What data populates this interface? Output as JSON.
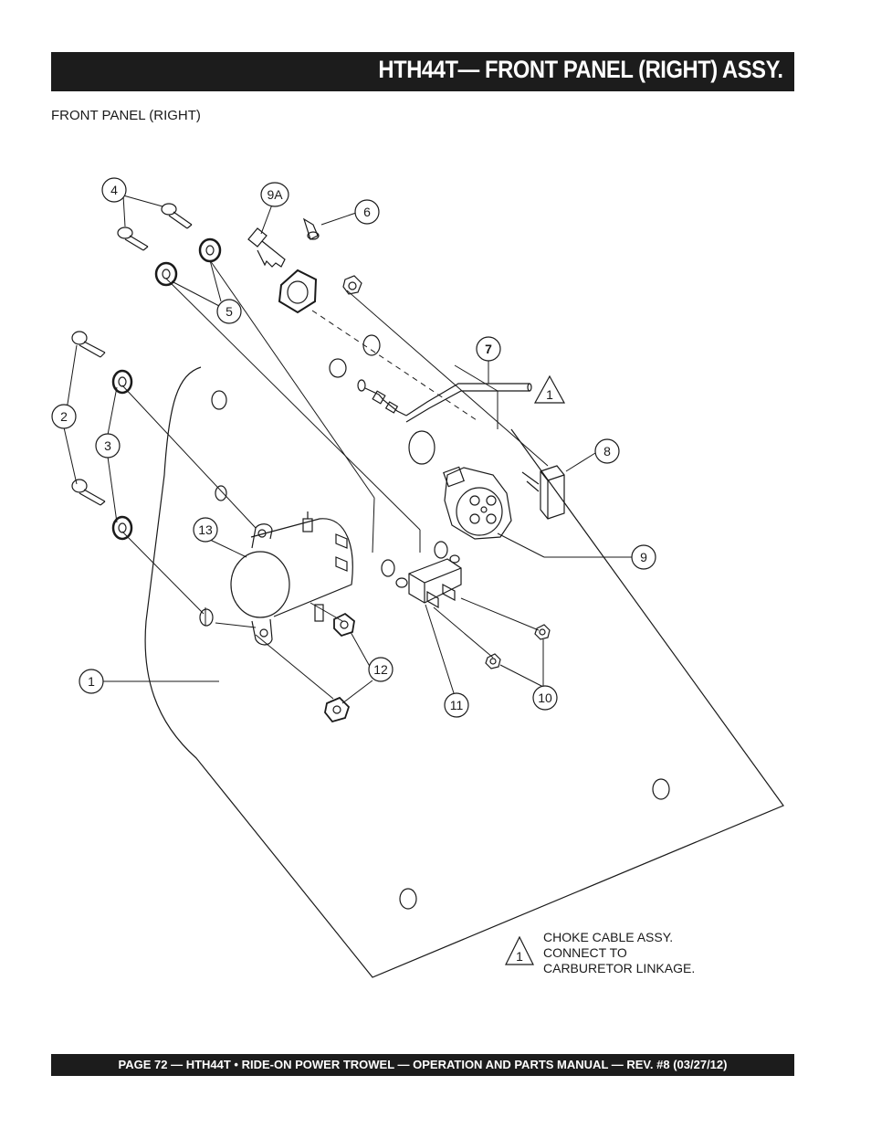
{
  "header": {
    "title": "HTH44T— FRONT PANEL (RIGHT) ASSY."
  },
  "subtitle": "FRONT PANEL (RIGHT)",
  "callouts": {
    "c1": "1",
    "c2": "2",
    "c3": "3",
    "c4": "4",
    "c5": "5",
    "c6": "6",
    "c7": "7",
    "c8": "8",
    "c9": "9",
    "c9a": "9A",
    "c10": "10",
    "c11": "11",
    "c12": "12",
    "c13": "13"
  },
  "warning_symbol": {
    "number": "1"
  },
  "note": {
    "symbol": "1",
    "lines": [
      "CHOKE CABLE ASSY.",
      "CONNECT TO",
      "CARBURETOR LINKAGE."
    ]
  },
  "footer": {
    "text": "PAGE 72 — HTH44T • RIDE-ON POWER TROWEL —  OPERATION AND PARTS MANUAL — REV. #8 (03/27/12)"
  }
}
